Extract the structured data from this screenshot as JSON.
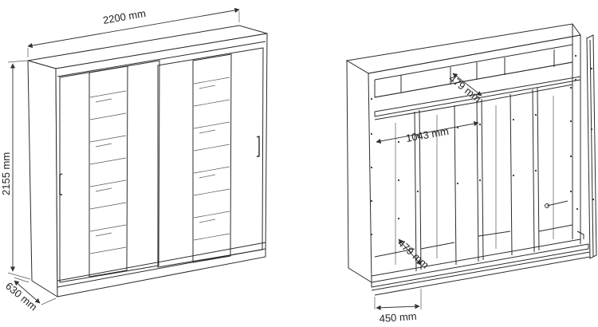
{
  "left_view": {
    "width_label": "2200 mm",
    "height_label": "2155 mm",
    "depth_label": "630 mm"
  },
  "right_view": {
    "upper_depth_label": "479 mm",
    "inner_width_label": "1043 mm",
    "lower_depth_label": "479 mm",
    "drawer_depth_label": "450 mm"
  }
}
